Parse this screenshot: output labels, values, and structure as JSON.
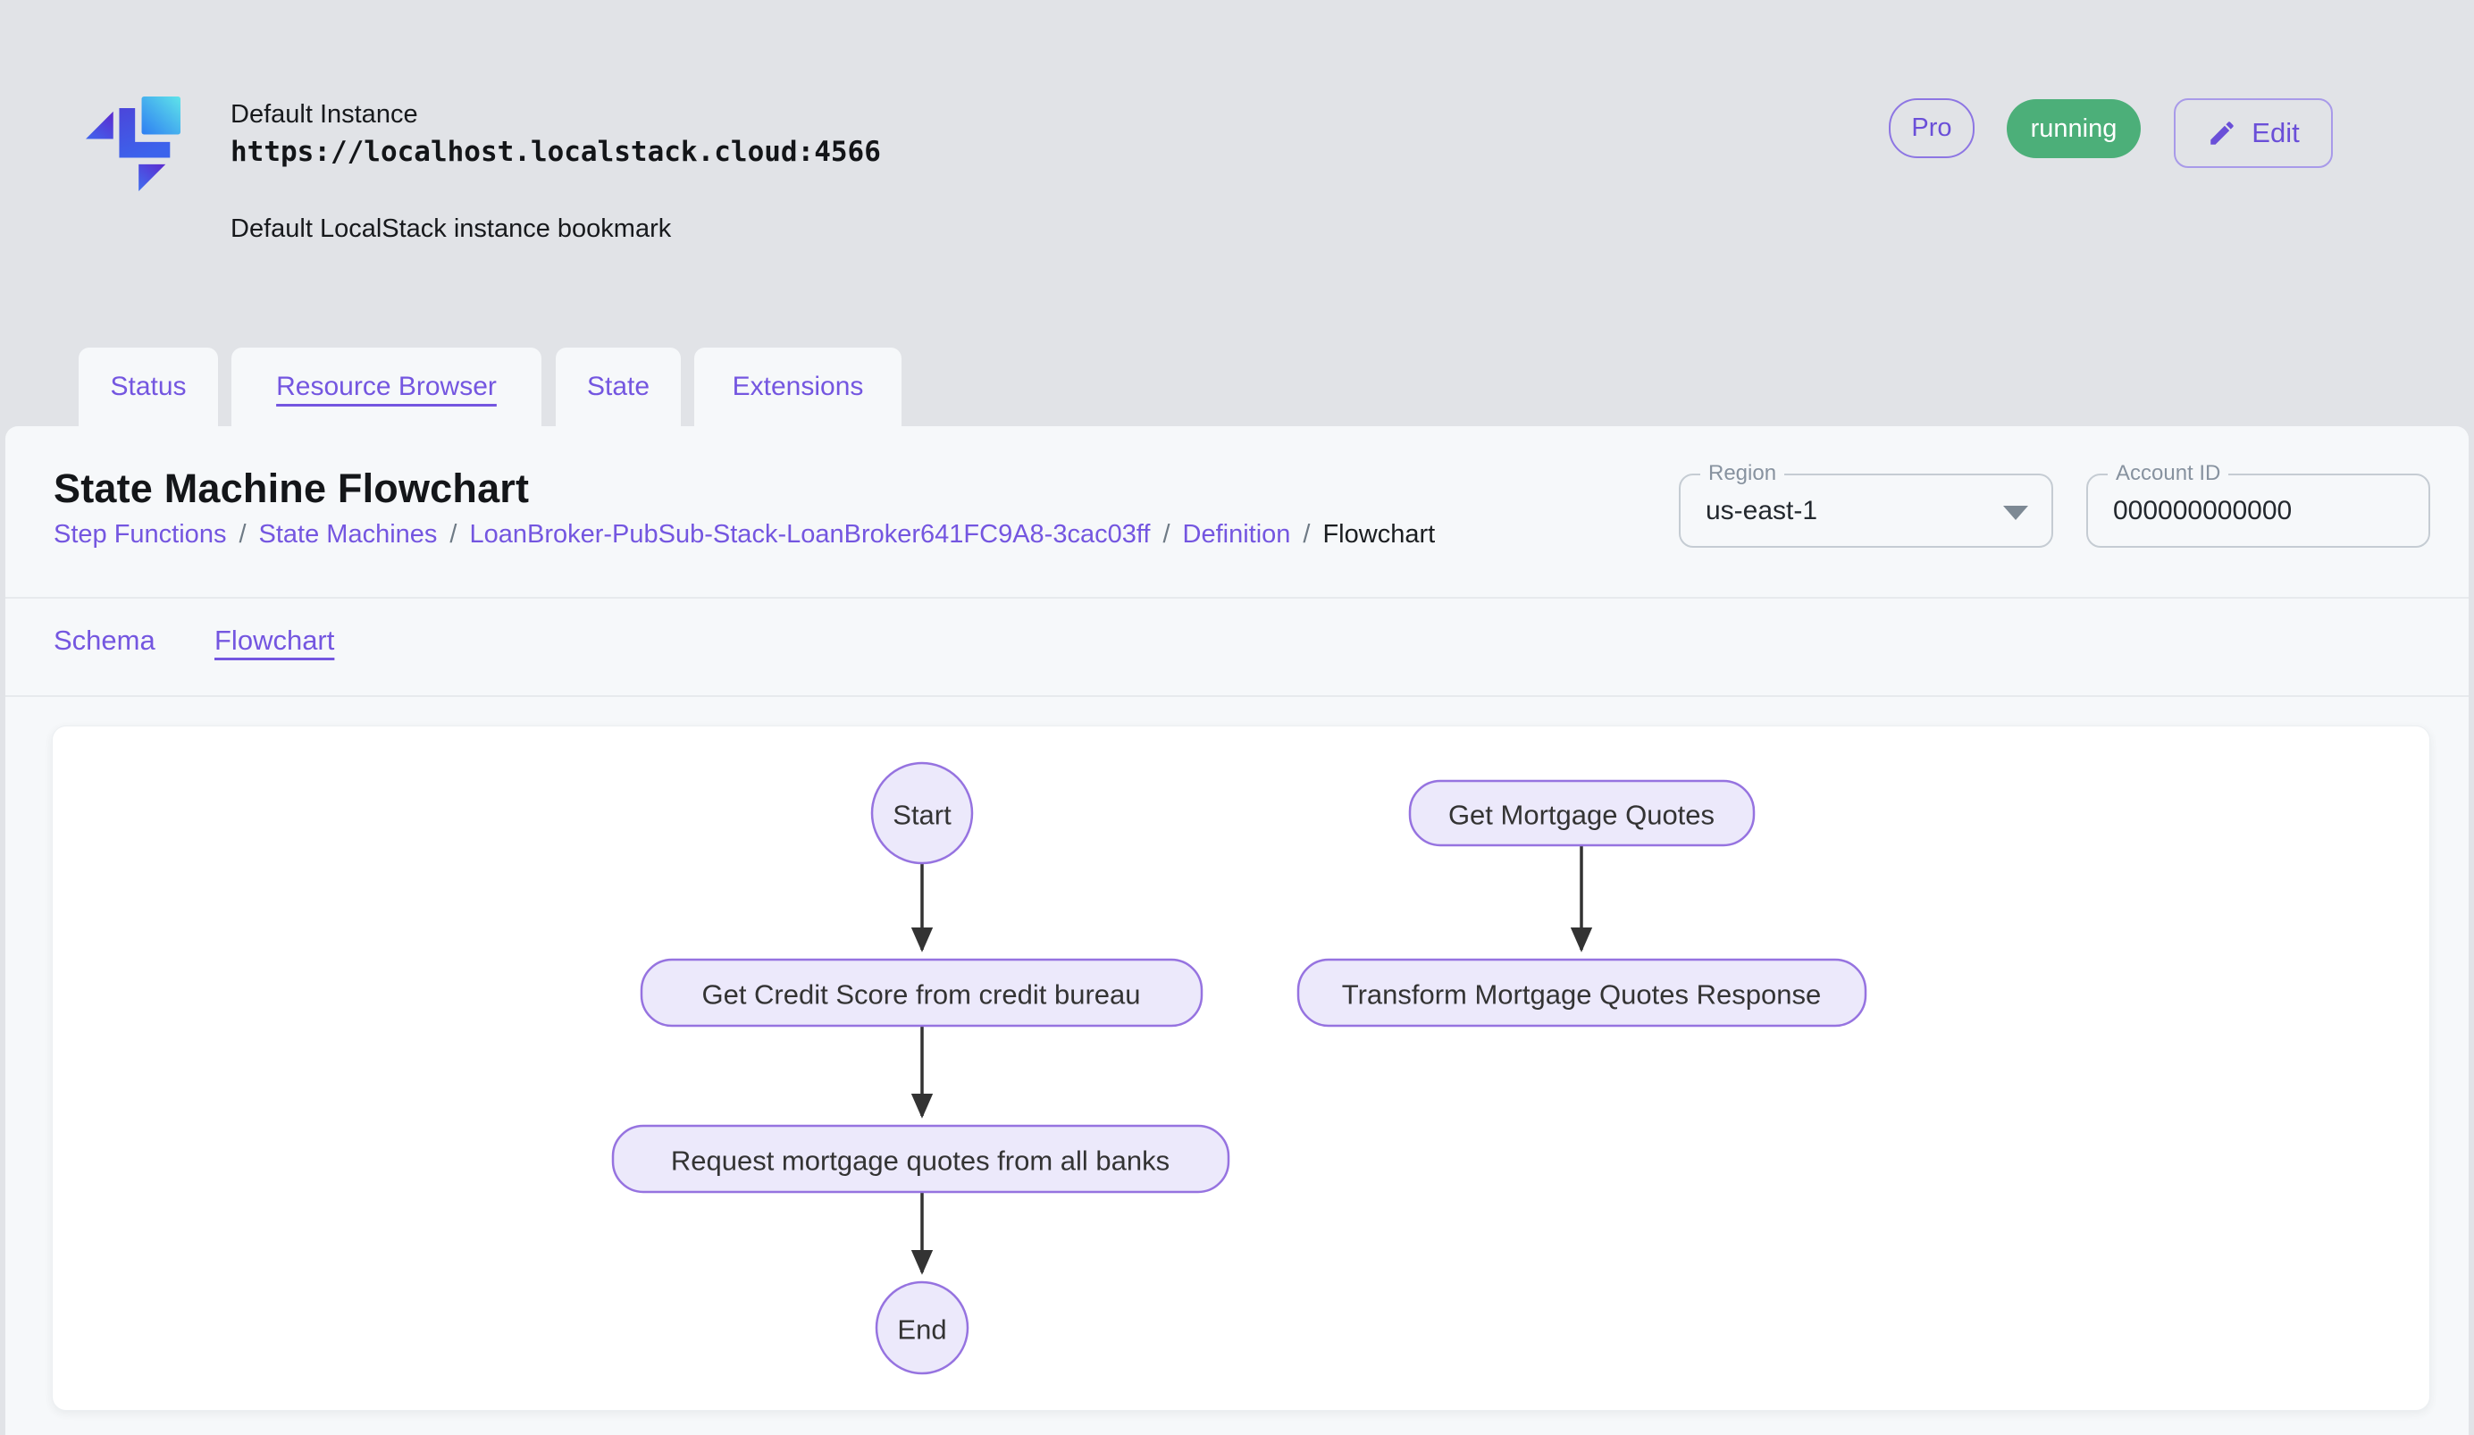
{
  "header": {
    "instance_name": "Default Instance",
    "instance_url": "https://localhost.localstack.cloud:4566",
    "instance_description": "Default LocalStack instance bookmark",
    "badges": {
      "plan": "Pro",
      "status": "running",
      "edit_label": "Edit"
    }
  },
  "tabs": [
    {
      "label": "Status",
      "active": false
    },
    {
      "label": "Resource Browser",
      "active": true
    },
    {
      "label": "State",
      "active": false
    },
    {
      "label": "Extensions",
      "active": false
    }
  ],
  "page": {
    "title": "State Machine Flowchart",
    "breadcrumb": [
      {
        "label": "Step Functions",
        "link": true
      },
      {
        "label": "State Machines",
        "link": true
      },
      {
        "label": "LoanBroker-PubSub-Stack-LoanBroker641FC9A8-3cac03ff",
        "link": true
      },
      {
        "label": "Definition",
        "link": true
      },
      {
        "label": "Flowchart",
        "link": false
      }
    ],
    "separator": "/",
    "region": {
      "label": "Region",
      "value": "us-east-1"
    },
    "account": {
      "label": "Account ID",
      "value": "000000000000"
    },
    "subtabs": [
      {
        "label": "Schema",
        "active": false
      },
      {
        "label": "Flowchart",
        "active": true
      }
    ]
  },
  "flowchart": {
    "nodes": [
      {
        "id": "start",
        "label": "Start",
        "shape": "circle"
      },
      {
        "id": "get-credit-score",
        "label": "Get Credit Score from credit bureau",
        "shape": "rounded-rect"
      },
      {
        "id": "request-quotes",
        "label": "Request mortgage quotes from all banks",
        "shape": "rounded-rect"
      },
      {
        "id": "end",
        "label": "End",
        "shape": "circle"
      },
      {
        "id": "get-mortgage-quotes",
        "label": "Get Mortgage Quotes",
        "shape": "rounded-rect"
      },
      {
        "id": "transform-response",
        "label": "Transform Mortgage Quotes Response",
        "shape": "rounded-rect"
      }
    ],
    "edges": [
      {
        "from": "start",
        "to": "get-credit-score"
      },
      {
        "from": "get-credit-score",
        "to": "request-quotes"
      },
      {
        "from": "request-quotes",
        "to": "end"
      },
      {
        "from": "get-mortgage-quotes",
        "to": "transform-response"
      }
    ]
  },
  "colors": {
    "accent_purple": "#7456e0",
    "status_green": "#4caf79",
    "node_fill": "#ece9fb",
    "node_stroke": "#9673e0",
    "page_bg": "#e1e3e7",
    "panel_bg": "#f6f8fa"
  }
}
